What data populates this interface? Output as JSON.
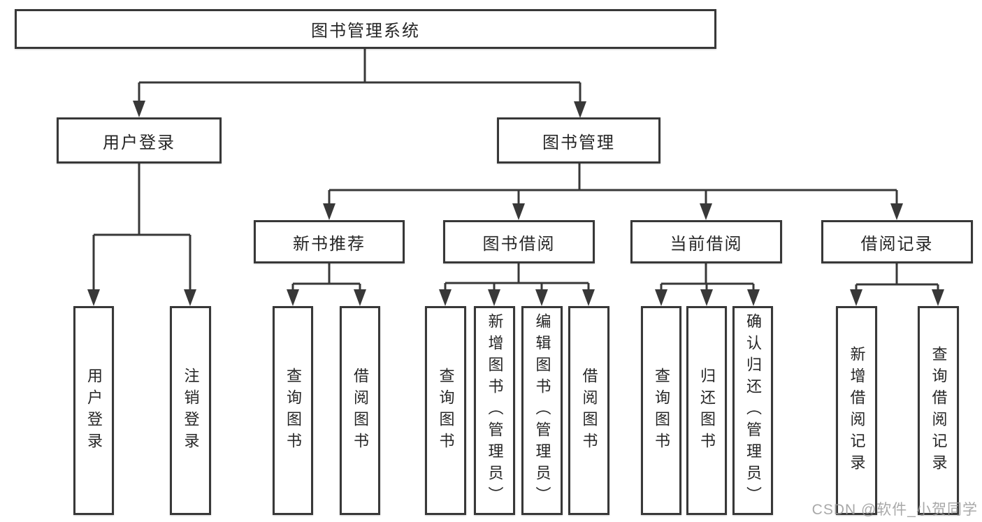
{
  "diagram": {
    "root_label": "图书管理系统",
    "level2": [
      {
        "label": "用户登录",
        "children": [
          {
            "label": "用户登录"
          },
          {
            "label": "注销登录"
          }
        ]
      },
      {
        "label": "图书管理",
        "children": [
          {
            "label": "新书推荐",
            "children": [
              {
                "label": "查询图书"
              },
              {
                "label": "借阅图书"
              }
            ]
          },
          {
            "label": "图书借阅",
            "children": [
              {
                "label": "查询图书"
              },
              {
                "label": "新增图书（管理员）"
              },
              {
                "label": "编辑图书（管理员）"
              },
              {
                "label": "借阅图书"
              }
            ]
          },
          {
            "label": "当前借阅",
            "children": [
              {
                "label": "查询图书"
              },
              {
                "label": "归还图书"
              },
              {
                "label": "确认归还（管理员）"
              }
            ]
          },
          {
            "label": "借阅记录",
            "children": [
              {
                "label": "新增借阅记录"
              },
              {
                "label": "查询借阅记录"
              }
            ]
          }
        ]
      }
    ],
    "watermark": "CSDN @软件_小贺同学",
    "colors": {
      "line": "#383838",
      "text": "#262626",
      "background": "#ffffff",
      "watermark": "#9a9a9a"
    }
  }
}
